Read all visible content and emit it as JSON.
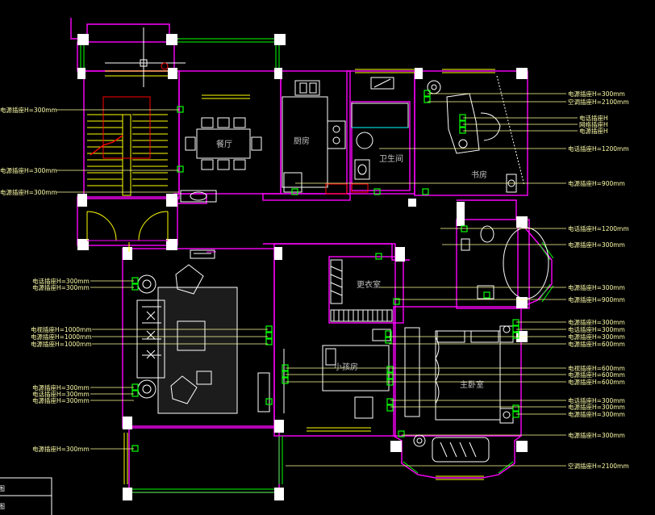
{
  "rooms": {
    "dining": "餐厅",
    "kitchen": "厨房",
    "bathroom": "卫生间",
    "study": "书房",
    "closet": "更衣室",
    "kids_room": "小孩房",
    "master_bedroom": "主卧室"
  },
  "left_labels": [
    "电源插座H=300mm",
    "电源插座H=300mm",
    "电源插座H=300mm",
    "电话插座H=300mm",
    "电源插座H=300mm",
    "电视插座H=1000mm",
    "电源插座H=1000mm",
    "电源插座H=1000mm",
    "电源插座H=300mm",
    "电话插座H=300mm",
    "电源插座H=300mm",
    "电源插座H=300mm"
  ],
  "right_labels": [
    "电源插座H=300mm",
    "空调插座H=2100mm",
    "电话插座H",
    "网络插座H",
    "电源插座H",
    "电话插座H=1200mm",
    "电源插座H=900mm",
    "电话插座H=1200mm",
    "电源插座H=300mm",
    "电源插座H=300mm",
    "电源插座H=900mm",
    "电源插座H=300mm",
    "电话插座H=300mm",
    "电源插座H=300mm",
    "电源插座H=600mm",
    "电视插座H=600mm",
    "电源插座H=600mm",
    "电源插座H=600mm",
    "电话插座H=300mm",
    "电源插座H=300mm",
    "电源插座H=300mm",
    "电源插座H=300mm",
    "空调插座H=2100mm"
  ],
  "colors": {
    "background": "#000000",
    "wall": "#ff00ff",
    "wall_fill": "#ffffff",
    "window": "#00ff00",
    "furniture": "#ffffff",
    "stair": "#ffff00",
    "stair_red": "#ff0000",
    "socket": "#00ff00",
    "leader": "#ffff99",
    "label": "#ffffaa",
    "room_text": "#c0c0c0"
  },
  "title_block_text": [
    "图",
    "图"
  ]
}
